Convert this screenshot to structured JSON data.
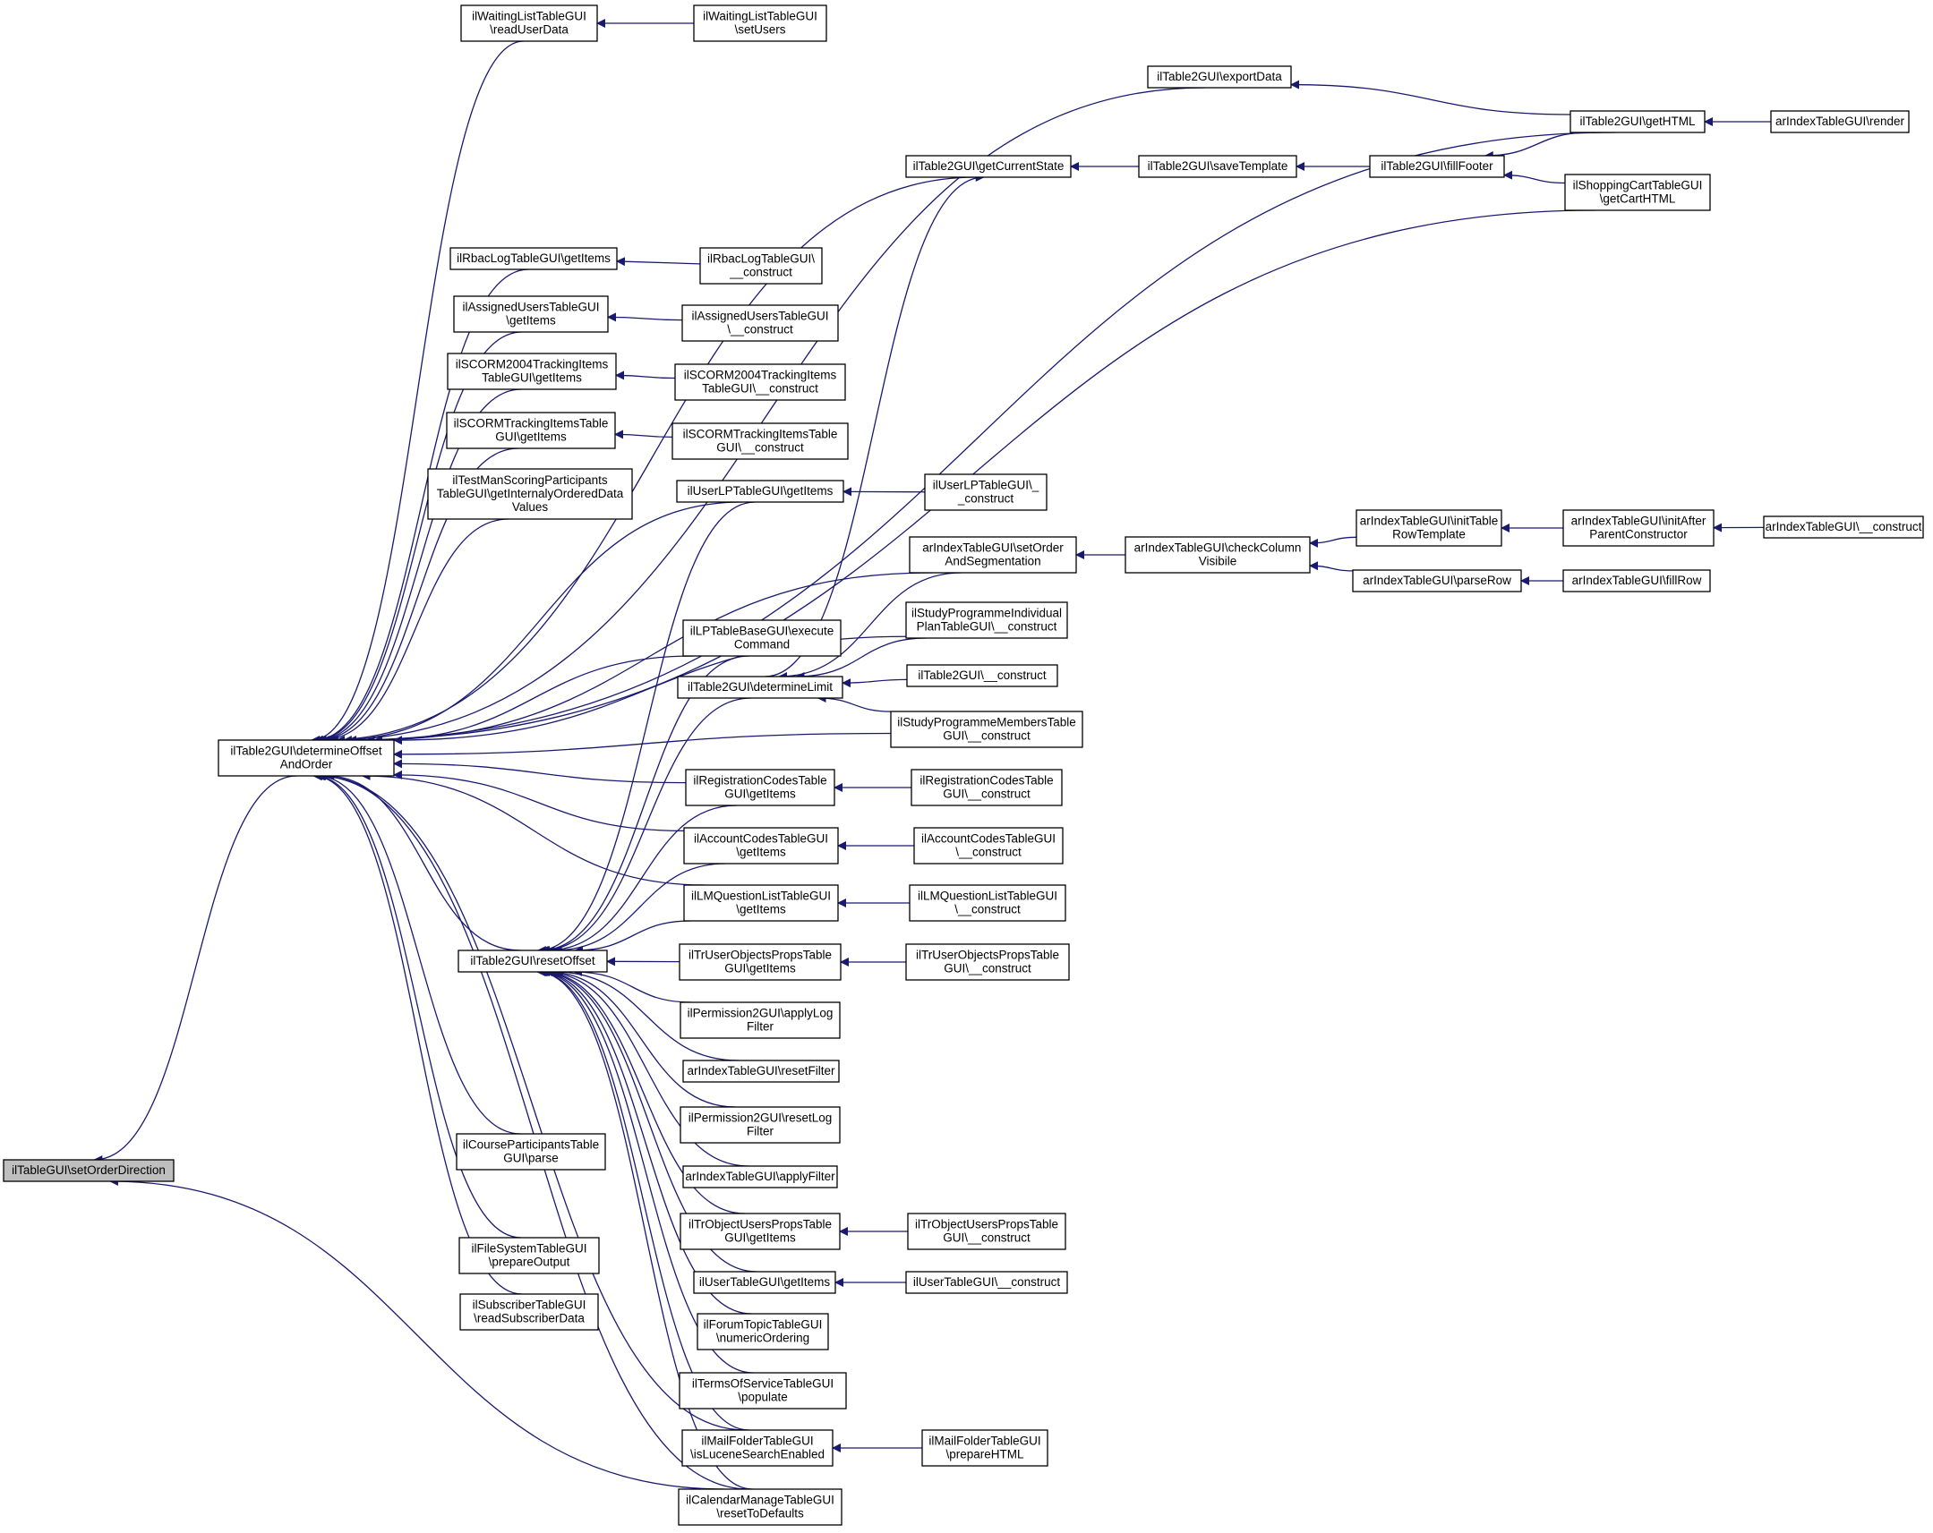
{
  "graph": {
    "colors": {
      "edge": "#191970",
      "node_border": "#000000",
      "node_fill": "#ffffff",
      "root_fill": "#bfbfbf"
    },
    "nodes": [
      {
        "id": "root",
        "lines": [
          "ilTableGUI\\setOrderDirection"
        ],
        "highlight": true
      },
      {
        "id": "determineOffset",
        "lines": [
          "ilTable2GUI\\determineOffset",
          "AndOrder"
        ]
      },
      {
        "id": "resetOffset",
        "lines": [
          "ilTable2GUI\\resetOffset"
        ]
      },
      {
        "id": "waitReadUser",
        "lines": [
          "ilWaitingListTableGUI",
          "\\readUserData"
        ]
      },
      {
        "id": "waitSetUsers",
        "lines": [
          "ilWaitingListTableGUI",
          "\\setUsers"
        ]
      },
      {
        "id": "exportData",
        "lines": [
          "ilTable2GUI\\exportData"
        ]
      },
      {
        "id": "getHTML",
        "lines": [
          "ilTable2GUI\\getHTML"
        ]
      },
      {
        "id": "arRender",
        "lines": [
          "arIndexTableGUI\\render"
        ]
      },
      {
        "id": "getCurrentState",
        "lines": [
          "ilTable2GUI\\getCurrentState"
        ]
      },
      {
        "id": "saveTemplate",
        "lines": [
          "ilTable2GUI\\saveTemplate"
        ]
      },
      {
        "id": "fillFooter",
        "lines": [
          "ilTable2GUI\\fillFooter"
        ]
      },
      {
        "id": "shopCart",
        "lines": [
          "ilShoppingCartTableGUI",
          "\\getCartHTML"
        ]
      },
      {
        "id": "rbacGet",
        "lines": [
          "ilRbacLogTableGUI\\getItems"
        ]
      },
      {
        "id": "rbacCon",
        "lines": [
          "ilRbacLogTableGUI\\",
          "__construct"
        ]
      },
      {
        "id": "assignGet",
        "lines": [
          "ilAssignedUsersTableGUI",
          "\\getItems"
        ]
      },
      {
        "id": "assignCon",
        "lines": [
          "ilAssignedUsersTableGUI",
          "\\__construct"
        ]
      },
      {
        "id": "scorm04Get",
        "lines": [
          "ilSCORM2004TrackingItems",
          "TableGUI\\getItems"
        ]
      },
      {
        "id": "scorm04Con",
        "lines": [
          "ilSCORM2004TrackingItems",
          "TableGUI\\__construct"
        ]
      },
      {
        "id": "scormGet",
        "lines": [
          "ilSCORMTrackingItemsTable",
          "GUI\\getItems"
        ]
      },
      {
        "id": "scormCon",
        "lines": [
          "ilSCORMTrackingItemsTable",
          "GUI\\__construct"
        ]
      },
      {
        "id": "testMan",
        "lines": [
          "ilTestManScoringParticipants",
          "TableGUI\\getInternalyOrderedData",
          "Values"
        ]
      },
      {
        "id": "userLPGet",
        "lines": [
          "ilUserLPTableGUI\\getItems"
        ]
      },
      {
        "id": "userLPCon",
        "lines": [
          "ilUserLPTableGUI\\_",
          "_construct"
        ]
      },
      {
        "id": "arSetOrder",
        "lines": [
          "arIndexTableGUI\\setOrder",
          "AndSegmentation"
        ]
      },
      {
        "id": "arCheckCol",
        "lines": [
          "arIndexTableGUI\\checkColumn",
          "Visibile"
        ]
      },
      {
        "id": "arInitRow",
        "lines": [
          "arIndexTableGUI\\initTable",
          "RowTemplate"
        ]
      },
      {
        "id": "arInitAfter",
        "lines": [
          "arIndexTableGUI\\initAfter",
          "ParentConstructor"
        ]
      },
      {
        "id": "arConstruct",
        "lines": [
          "arIndexTableGUI\\__construct"
        ]
      },
      {
        "id": "arParseRow",
        "lines": [
          "arIndexTableGUI\\parseRow"
        ]
      },
      {
        "id": "arFillRow",
        "lines": [
          "arIndexTableGUI\\fillRow"
        ]
      },
      {
        "id": "studyIndiv",
        "lines": [
          "ilStudyProgrammeIndividual",
          "PlanTableGUI\\__construct"
        ]
      },
      {
        "id": "lpExec",
        "lines": [
          "ilLPTableBaseGUI\\execute",
          "Command"
        ]
      },
      {
        "id": "determineLimit",
        "lines": [
          "ilTable2GUI\\determineLimit"
        ]
      },
      {
        "id": "t2Construct",
        "lines": [
          "ilTable2GUI\\__construct"
        ]
      },
      {
        "id": "studyMembers",
        "lines": [
          "ilStudyProgrammeMembersTable",
          "GUI\\__construct"
        ]
      },
      {
        "id": "regGet",
        "lines": [
          "ilRegistrationCodesTable",
          "GUI\\getItems"
        ]
      },
      {
        "id": "regCon",
        "lines": [
          "ilRegistrationCodesTable",
          "GUI\\__construct"
        ]
      },
      {
        "id": "accGet",
        "lines": [
          "ilAccountCodesTableGUI",
          "\\getItems"
        ]
      },
      {
        "id": "accCon",
        "lines": [
          "ilAccountCodesTableGUI",
          "\\__construct"
        ]
      },
      {
        "id": "lmqGet",
        "lines": [
          "ilLMQuestionListTableGUI",
          "\\getItems"
        ]
      },
      {
        "id": "lmqCon",
        "lines": [
          "ilLMQuestionListTableGUI",
          "\\__construct"
        ]
      },
      {
        "id": "trUserGet",
        "lines": [
          "ilTrUserObjectsPropsTable",
          "GUI\\getItems"
        ]
      },
      {
        "id": "trUserCon",
        "lines": [
          "ilTrUserObjectsPropsTable",
          "GUI\\__construct"
        ]
      },
      {
        "id": "permApply",
        "lines": [
          "ilPermission2GUI\\applyLog",
          "Filter"
        ]
      },
      {
        "id": "arResetFilter",
        "lines": [
          "arIndexTableGUI\\resetFilter"
        ]
      },
      {
        "id": "permReset",
        "lines": [
          "ilPermission2GUI\\resetLog",
          "Filter"
        ]
      },
      {
        "id": "arApplyFilter",
        "lines": [
          "arIndexTableGUI\\applyFilter"
        ]
      },
      {
        "id": "trObjGet",
        "lines": [
          "ilTrObjectUsersPropsTable",
          "GUI\\getItems"
        ]
      },
      {
        "id": "trObjCon",
        "lines": [
          "ilTrObjectUsersPropsTable",
          "GUI\\__construct"
        ]
      },
      {
        "id": "userGet",
        "lines": [
          "ilUserTableGUI\\getItems"
        ]
      },
      {
        "id": "userCon",
        "lines": [
          "ilUserTableGUI\\__construct"
        ]
      },
      {
        "id": "forum",
        "lines": [
          "ilForumTopicTableGUI",
          "\\numericOrdering"
        ]
      },
      {
        "id": "terms",
        "lines": [
          "ilTermsOfServiceTableGUI",
          "\\populate"
        ]
      },
      {
        "id": "mailLucene",
        "lines": [
          "ilMailFolderTableGUI",
          "\\isLuceneSearchEnabled"
        ]
      },
      {
        "id": "mailPrep",
        "lines": [
          "ilMailFolderTableGUI",
          "\\prepareHTML"
        ]
      },
      {
        "id": "calendar",
        "lines": [
          "ilCalendarManageTableGUI",
          "\\resetToDefaults"
        ]
      },
      {
        "id": "course",
        "lines": [
          "ilCourseParticipantsTable",
          "GUI\\parse"
        ]
      },
      {
        "id": "fileSys",
        "lines": [
          "ilFileSystemTableGUI",
          "\\prepareOutput"
        ]
      },
      {
        "id": "subscriber",
        "lines": [
          "ilSubscriberTableGUI",
          "\\readSubscriberData"
        ]
      }
    ],
    "edges": [
      [
        "determineOffset",
        "root"
      ],
      [
        "calendar",
        "root"
      ],
      [
        "waitReadUser",
        "determineOffset"
      ],
      [
        "exportData",
        "determineOffset"
      ],
      [
        "getHTML",
        "determineOffset"
      ],
      [
        "getCurrentState",
        "determineOffset"
      ],
      [
        "shopCart",
        "determineOffset"
      ],
      [
        "rbacGet",
        "determineOffset"
      ],
      [
        "assignGet",
        "determineOffset"
      ],
      [
        "scorm04Get",
        "determineOffset"
      ],
      [
        "scormGet",
        "determineOffset"
      ],
      [
        "testMan",
        "determineOffset"
      ],
      [
        "userLPGet",
        "determineOffset"
      ],
      [
        "arSetOrder",
        "determineOffset"
      ],
      [
        "studyIndiv",
        "determineOffset"
      ],
      [
        "lpExec",
        "determineOffset"
      ],
      [
        "studyMembers",
        "determineOffset"
      ],
      [
        "regGet",
        "determineOffset"
      ],
      [
        "accGet",
        "determineOffset"
      ],
      [
        "lmqGet",
        "determineOffset"
      ],
      [
        "resetOffset",
        "determineOffset"
      ],
      [
        "course",
        "determineOffset"
      ],
      [
        "fileSys",
        "determineOffset"
      ],
      [
        "subscriber",
        "determineOffset"
      ],
      [
        "mailLucene",
        "determineOffset"
      ],
      [
        "calendar",
        "determineOffset"
      ],
      [
        "userLPGet",
        "resetOffset"
      ],
      [
        "lpExec",
        "resetOffset"
      ],
      [
        "determineLimit",
        "resetOffset"
      ],
      [
        "regGet",
        "resetOffset"
      ],
      [
        "accGet",
        "resetOffset"
      ],
      [
        "lmqGet",
        "resetOffset"
      ],
      [
        "trUserGet",
        "resetOffset"
      ],
      [
        "permApply",
        "resetOffset"
      ],
      [
        "arResetFilter",
        "resetOffset"
      ],
      [
        "permReset",
        "resetOffset"
      ],
      [
        "arApplyFilter",
        "resetOffset"
      ],
      [
        "trObjGet",
        "resetOffset"
      ],
      [
        "userGet",
        "resetOffset"
      ],
      [
        "forum",
        "resetOffset"
      ],
      [
        "terms",
        "resetOffset"
      ],
      [
        "mailLucene",
        "resetOffset"
      ],
      [
        "calendar",
        "resetOffset"
      ],
      [
        "waitSetUsers",
        "waitReadUser"
      ],
      [
        "getHTML",
        "exportData"
      ],
      [
        "arRender",
        "getHTML"
      ],
      [
        "saveTemplate",
        "getCurrentState"
      ],
      [
        "fillFooter",
        "saveTemplate"
      ],
      [
        "getHTML",
        "fillFooter"
      ],
      [
        "shopCart",
        "fillFooter"
      ],
      [
        "determineLimit",
        "getCurrentState"
      ],
      [
        "rbacCon",
        "rbacGet"
      ],
      [
        "assignCon",
        "assignGet"
      ],
      [
        "scorm04Con",
        "scorm04Get"
      ],
      [
        "scormCon",
        "scormGet"
      ],
      [
        "userLPCon",
        "userLPGet"
      ],
      [
        "arCheckCol",
        "arSetOrder"
      ],
      [
        "arInitRow",
        "arCheckCol"
      ],
      [
        "arParseRow",
        "arCheckCol"
      ],
      [
        "arInitAfter",
        "arInitRow"
      ],
      [
        "arConstruct",
        "arInitAfter"
      ],
      [
        "arFillRow",
        "arParseRow"
      ],
      [
        "arSetOrder",
        "determineLimit"
      ],
      [
        "studyIndiv",
        "determineLimit"
      ],
      [
        "t2Construct",
        "determineLimit"
      ],
      [
        "studyMembers",
        "determineLimit"
      ],
      [
        "regCon",
        "regGet"
      ],
      [
        "accCon",
        "accGet"
      ],
      [
        "lmqCon",
        "lmqGet"
      ],
      [
        "trUserCon",
        "trUserGet"
      ],
      [
        "trObjCon",
        "trObjGet"
      ],
      [
        "userCon",
        "userGet"
      ],
      [
        "mailPrep",
        "mailLucene"
      ]
    ]
  }
}
